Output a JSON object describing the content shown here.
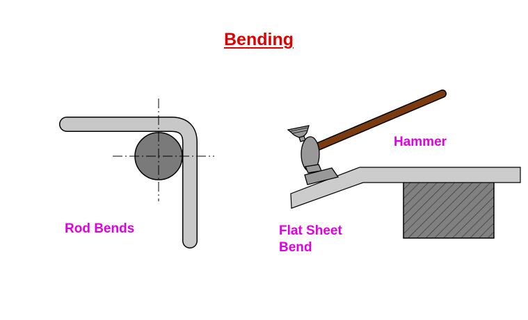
{
  "title": "Bending",
  "labels": {
    "hammer": "Hammer",
    "rod_bends": "Rod Bends",
    "flat_sheet_line1": "Flat Sheet",
    "flat_sheet_line2": "Bend"
  },
  "colors": {
    "title": "#e00000",
    "labels": "#e000e0",
    "rod_fill": "#c8c8c8",
    "die_fill": "#7a7a7a",
    "hammer_head": "#999999",
    "hammer_handle": "#7a3b10",
    "outline": "#000000"
  }
}
